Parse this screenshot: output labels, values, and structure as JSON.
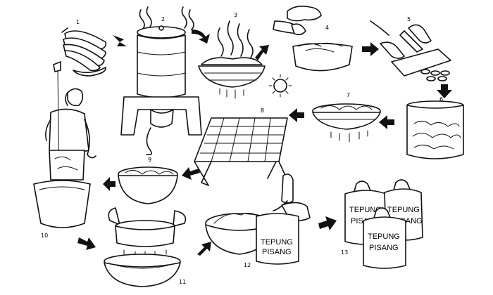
{
  "steps": [
    {
      "n": "1"
    },
    {
      "n": "2"
    },
    {
      "n": "3"
    },
    {
      "n": "4"
    },
    {
      "n": "5"
    },
    {
      "n": "6"
    },
    {
      "n": "7"
    },
    {
      "n": "8"
    },
    {
      "n": "9"
    },
    {
      "n": "10"
    },
    {
      "n": "11"
    },
    {
      "n": "12"
    },
    {
      "n": "13"
    }
  ],
  "labels": {
    "bag12_line1": "TEPUNG",
    "bag12_line2": "PISANG",
    "sack_a_line1": "TEPUNG",
    "sack_a_line2": "PISANG",
    "sack_b_line1": "TEPUNG",
    "sack_b_line2": "PISANG",
    "sack_c_line1": "TEPUNG",
    "sack_c_line2": "PISANG"
  },
  "icons": [
    "banana-bunch-icon",
    "steamer-icon",
    "peeling-hands-icon",
    "slicing-knife-icon",
    "soaking-jar-icon",
    "draining-basket-icon",
    "drying-rack-icon",
    "sun-icon",
    "mortar-pestle-icon",
    "sieve-icon",
    "flour-sack-icon"
  ],
  "colors": {
    "ink": "#111111",
    "paper": "#ffffff"
  }
}
